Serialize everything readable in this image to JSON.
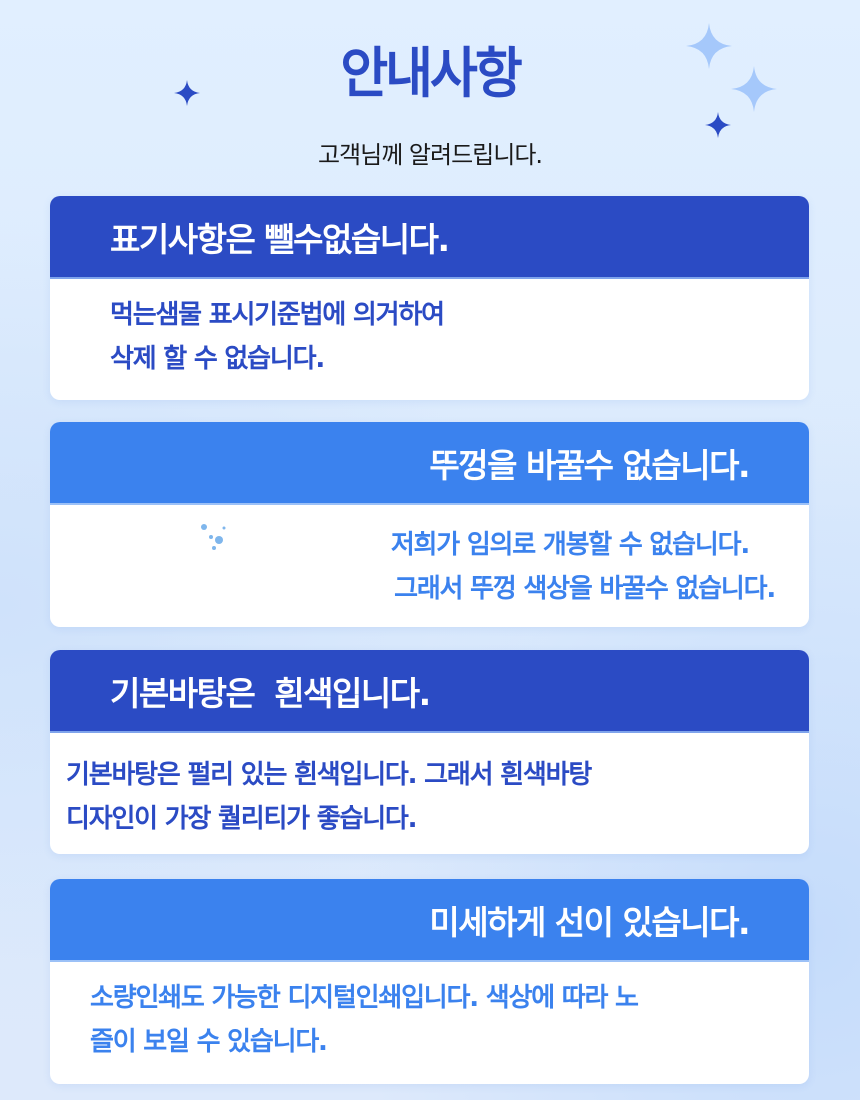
{
  "header": {
    "title": "안내사항",
    "subtitle": "고객님께 알려드립니다."
  },
  "colors": {
    "dark_blue": "#2b4bc4",
    "light_blue": "#3b82ee",
    "sparkle_light": "#a5c8fb",
    "background": "#e1efff"
  },
  "decorations": [
    "sparkle-icon",
    "sparkle-icon",
    "sparkle-icon",
    "sparkle-icon",
    "bubble-dots-icon"
  ],
  "cards": [
    {
      "heading": "표기사항은 뺄수없습니다.",
      "lines": [
        "먹는샘물 표시기준법에 의거하여",
        "삭제 할 수 없습니다."
      ]
    },
    {
      "heading": "뚜껑을 바꿀수 없습니다.",
      "lines": [
        "저희가 임의로 개봉할 수 없습니다.",
        "그래서 뚜껑 색상을 바꿀수 없습니다."
      ]
    },
    {
      "heading": "기본바탕은  흰색입니다.",
      "lines": [
        "기본바탕은 펄리 있는 흰색입니다. 그래서 흰색바탕",
        "디자인이 가장 퀄리티가 좋습니다."
      ]
    },
    {
      "heading": "미세하게 선이 있습니다.",
      "lines": [
        "소량인쇄도 가능한 디지털인쇄입니다. 색상에 따라 노",
        "즐이 보일 수 있습니다."
      ]
    }
  ]
}
